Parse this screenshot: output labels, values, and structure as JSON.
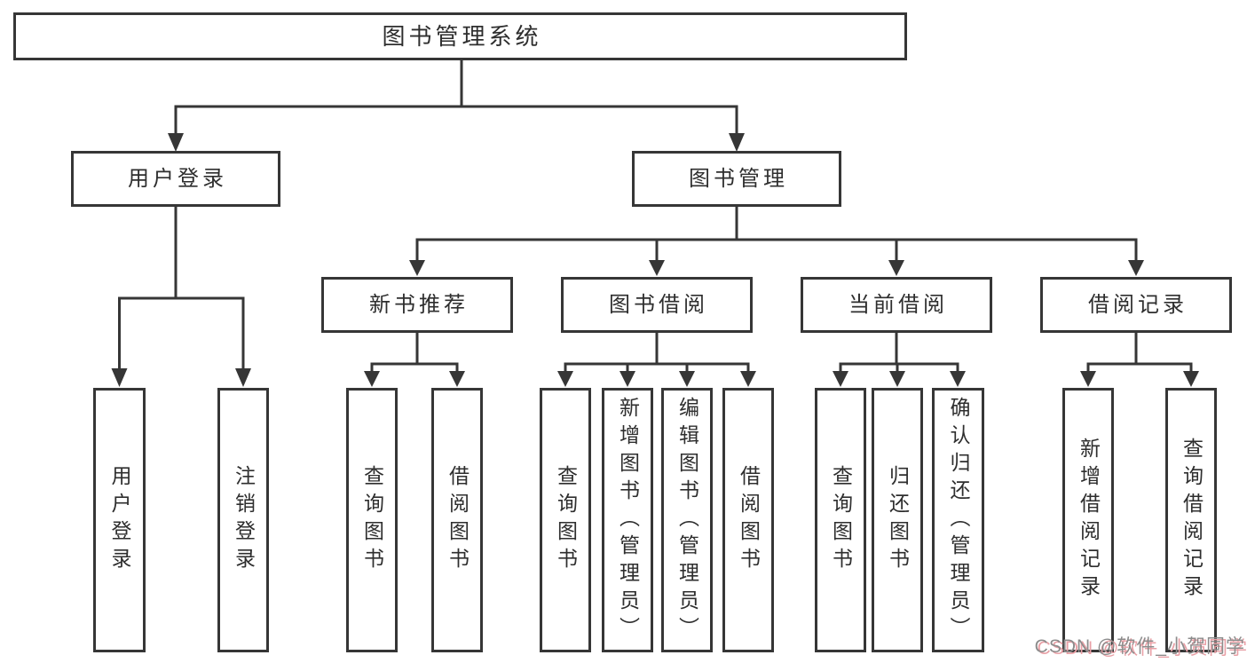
{
  "tree": {
    "root": {
      "label": "图书管理系统"
    },
    "branches": [
      {
        "label": "用户登录",
        "children": [
          {
            "label": "用户登录"
          },
          {
            "label": "注销登录"
          }
        ]
      },
      {
        "label": "图书管理",
        "children": [
          {
            "label": "新书推荐",
            "children": [
              {
                "label": "查询图书"
              },
              {
                "label": "借阅图书"
              }
            ]
          },
          {
            "label": "图书借阅",
            "children": [
              {
                "label": "查询图书"
              },
              {
                "label": "新增图书（管理员）"
              },
              {
                "label": "编辑图书（管理员）"
              },
              {
                "label": "借阅图书"
              }
            ]
          },
          {
            "label": "当前借阅",
            "children": [
              {
                "label": "查询图书"
              },
              {
                "label": "归还图书"
              },
              {
                "label": "确认归还（管理员）"
              }
            ]
          },
          {
            "label": "借阅记录",
            "children": [
              {
                "label": "新增借阅记录"
              },
              {
                "label": "查询借阅记录"
              }
            ]
          }
        ]
      }
    ]
  },
  "watermark": {
    "text": "CSDN @软件_小贺同学"
  },
  "colors": {
    "line": "#363636",
    "box_border": "#363636",
    "text": "#2e2e2e",
    "background": "#ffffff",
    "watermark_gray": "#8c8c8c",
    "watermark_pink": "#e9a0a6"
  }
}
